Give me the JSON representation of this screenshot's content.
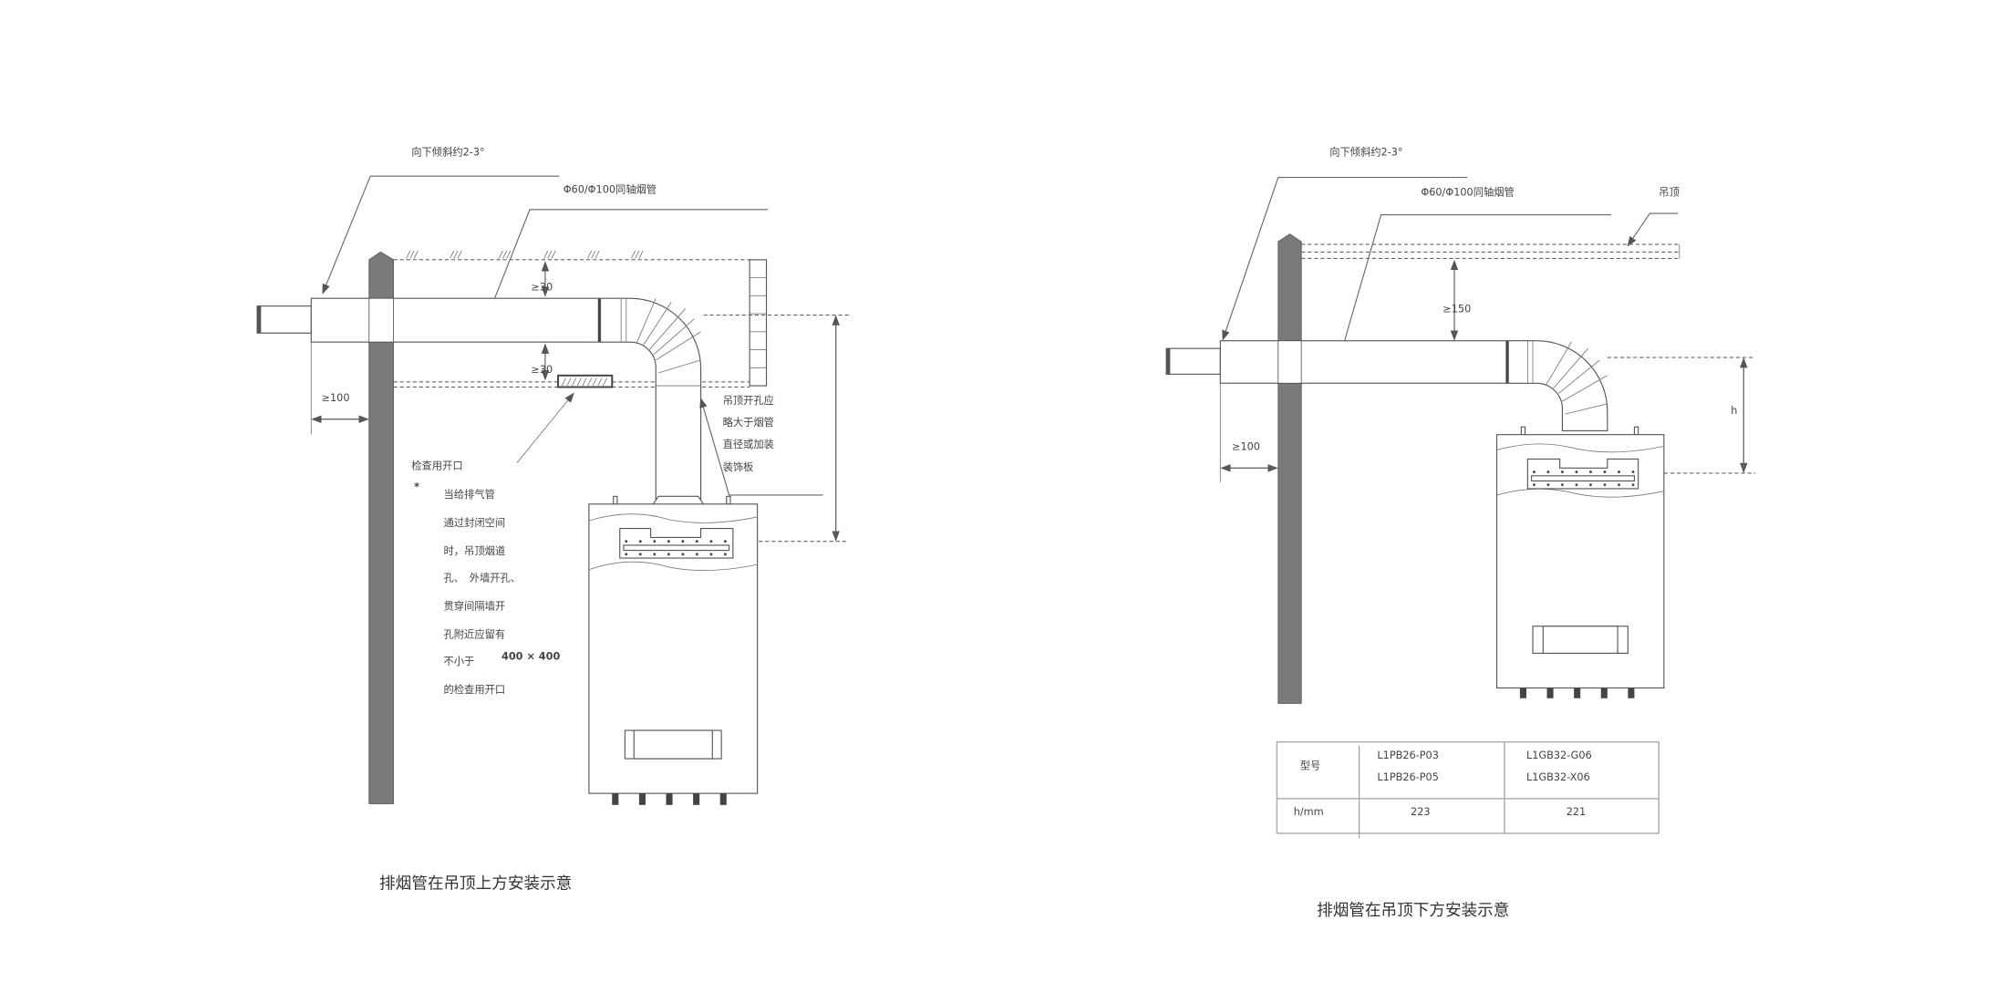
{
  "left_diagram": {
    "slope_label": "向下倾斜约2-3°",
    "pipe_label": "Φ60/Φ100同轴烟管",
    "clearance_top": "≥30",
    "clearance_bottom": "≥30",
    "wall_distance": "≥100",
    "inspection_label": "检查用开口",
    "ceiling_note": [
      "吊顶开孔应",
      "略大于烟管",
      "直径或加装",
      "装饰板"
    ],
    "asterisk": "*",
    "note_lines": [
      "当给排气管",
      "通过封闭空间",
      "时，吊顶烟道",
      "孔、　外墙开孔、",
      "贯穿间隔墙开",
      "孔附近应留有",
      "不小于",
      "的检查用开口"
    ],
    "opening_size": "400 × 400",
    "caption": "排烟管在吊顶上方安装示意"
  },
  "right_diagram": {
    "slope_label": "向下倾斜约2-3°",
    "pipe_label": "Φ60/Φ100同轴烟管",
    "ceiling_label": "吊顶",
    "clearance_top": "≥150",
    "wall_distance": "≥100",
    "height_label": "h",
    "table": {
      "header": "型号",
      "models": [
        [
          "L1PB26-P03",
          "L1PB26-P05"
        ],
        [
          "L1GB32-G06",
          "L1GB32-X06"
        ]
      ],
      "row_label": "h/mm",
      "values": [
        "223",
        "221"
      ]
    },
    "caption": "排烟管在吊顶下方安装示意"
  }
}
